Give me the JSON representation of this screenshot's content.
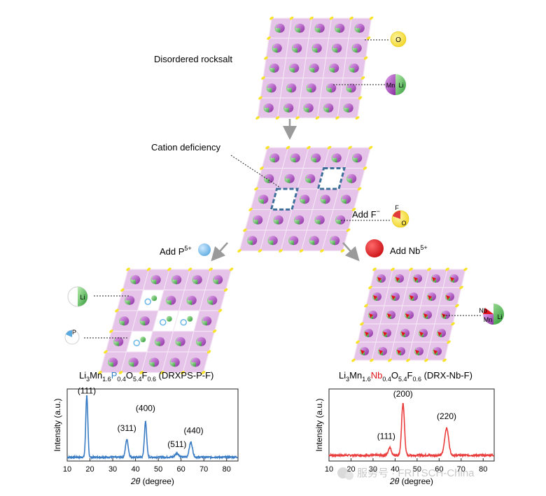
{
  "labels": {
    "disordered": "Disordered rocksalt",
    "cation_def": "Cation deficiency",
    "add_f": "Add F",
    "add_f_sup": "−",
    "add_p": "Add P",
    "add_p_sup": "5+",
    "add_nb": "Add Nb",
    "add_nb_sup": "5+"
  },
  "legend": {
    "o": "O",
    "mn": "Mn",
    "li": "Li",
    "f": "F",
    "o2": "O",
    "li_p": "Li",
    "p": "P",
    "nb": "Nb",
    "mn_nb": "Mn",
    "li_nb": "Li"
  },
  "formula_left": {
    "a": "Li",
    "a_sub": "3",
    "b": "Mn",
    "b_sub": "1.6",
    "c": "P",
    "c_sub": "0.4",
    "d": "O",
    "d_sub": "5.4",
    "e": "F",
    "e_sub": "0.6",
    "name": " (DRXPS-P-F)"
  },
  "formula_right": {
    "a": "Li",
    "a_sub": "3",
    "b": "Mn",
    "b_sub": "1.6",
    "c": "Nb",
    "c_sub": "0.4",
    "d": "O",
    "d_sub": "5.4",
    "e": "F",
    "e_sub": "0.6",
    "name": " (DRX-Nb-F)"
  },
  "colors": {
    "lattice_pink": "#e4bfe6",
    "lattice_line": "#f0def2",
    "mn_purple": "#b14fc2",
    "li_green": "#5dbd55",
    "o_yellow": "#f6e32a",
    "p_blue": "#6ab7e8",
    "nb_red": "#e0141a",
    "vacancy_blue": "#3f6f9b",
    "xrd_left": "#3a7cc4",
    "xrd_right": "#ea3d3d",
    "arrow_gray": "#9a9a9a"
  },
  "chart_data": [
    {
      "type": "line",
      "series_color": "#3a7cc4",
      "xlabel": "2θ (degree)",
      "ylabel": "Intensity (a.u.)",
      "xlim": [
        10,
        85
      ],
      "xticks": [
        10,
        20,
        30,
        40,
        50,
        60,
        70,
        80
      ],
      "ylim": [
        0,
        1.12
      ],
      "grid": false,
      "baseline": 0.06,
      "noise": 0.012,
      "peaks": [
        {
          "center": 18.6,
          "height": 0.95,
          "width": 0.45
        },
        {
          "center": 36.2,
          "height": 0.27,
          "width": 0.6
        },
        {
          "center": 44.4,
          "height": 0.55,
          "width": 0.5
        },
        {
          "center": 58.2,
          "height": 0.06,
          "width": 0.8
        },
        {
          "center": 64.3,
          "height": 0.23,
          "width": 0.7
        }
      ],
      "annotations": [
        {
          "text": "(111)",
          "x": 18.6,
          "y": 1.05
        },
        {
          "text": "(311)",
          "x": 36.2,
          "y": 0.47
        },
        {
          "text": "(400)",
          "x": 44.4,
          "y": 0.78
        },
        {
          "text": "(511)",
          "x": 58.2,
          "y": 0.22
        },
        {
          "text": "(440)",
          "x": 65.5,
          "y": 0.43
        }
      ]
    },
    {
      "type": "line",
      "series_color": "#ea3d3d",
      "xlabel": "2θ (degree)",
      "ylabel": "Intensity (a.u.)",
      "xlim": [
        10,
        85
      ],
      "xticks": [
        10,
        20,
        30,
        40,
        50,
        60,
        70,
        80
      ],
      "ylim": [
        0,
        1.12
      ],
      "grid": false,
      "baseline": 0.09,
      "noise": 0.014,
      "peaks": [
        {
          "center": 37.6,
          "height": 0.12,
          "width": 0.7
        },
        {
          "center": 43.6,
          "height": 0.8,
          "width": 0.65
        },
        {
          "center": 63.4,
          "height": 0.42,
          "width": 0.9
        }
      ],
      "annotations": [
        {
          "text": "(111)",
          "x": 36.0,
          "y": 0.34
        },
        {
          "text": "(200)",
          "x": 43.6,
          "y": 1.0
        },
        {
          "text": "(220)",
          "x": 63.4,
          "y": 0.65
        }
      ]
    }
  ],
  "watermark": "服务号 · FRITSCH-China"
}
